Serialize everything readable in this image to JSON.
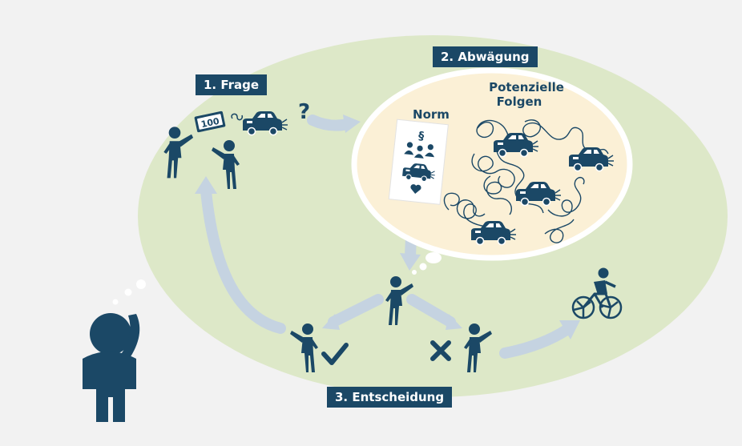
{
  "stages": {
    "frage": "1. Frage",
    "abwaegung": "2. Abwägung",
    "entscheidung": "3. Entscheidung"
  },
  "bill_value": "100",
  "question_mark": "?",
  "norm_label": "Norm",
  "norm_symbol": "§",
  "consequences_label": [
    "Potenzielle",
    "Folgen"
  ],
  "colors": {
    "navy": "#1b4866",
    "arrow": "#c5d3e1",
    "ellipse": "#dde8c8",
    "balloon": "#fbf0d6",
    "page_background": "#f2f2f2"
  }
}
